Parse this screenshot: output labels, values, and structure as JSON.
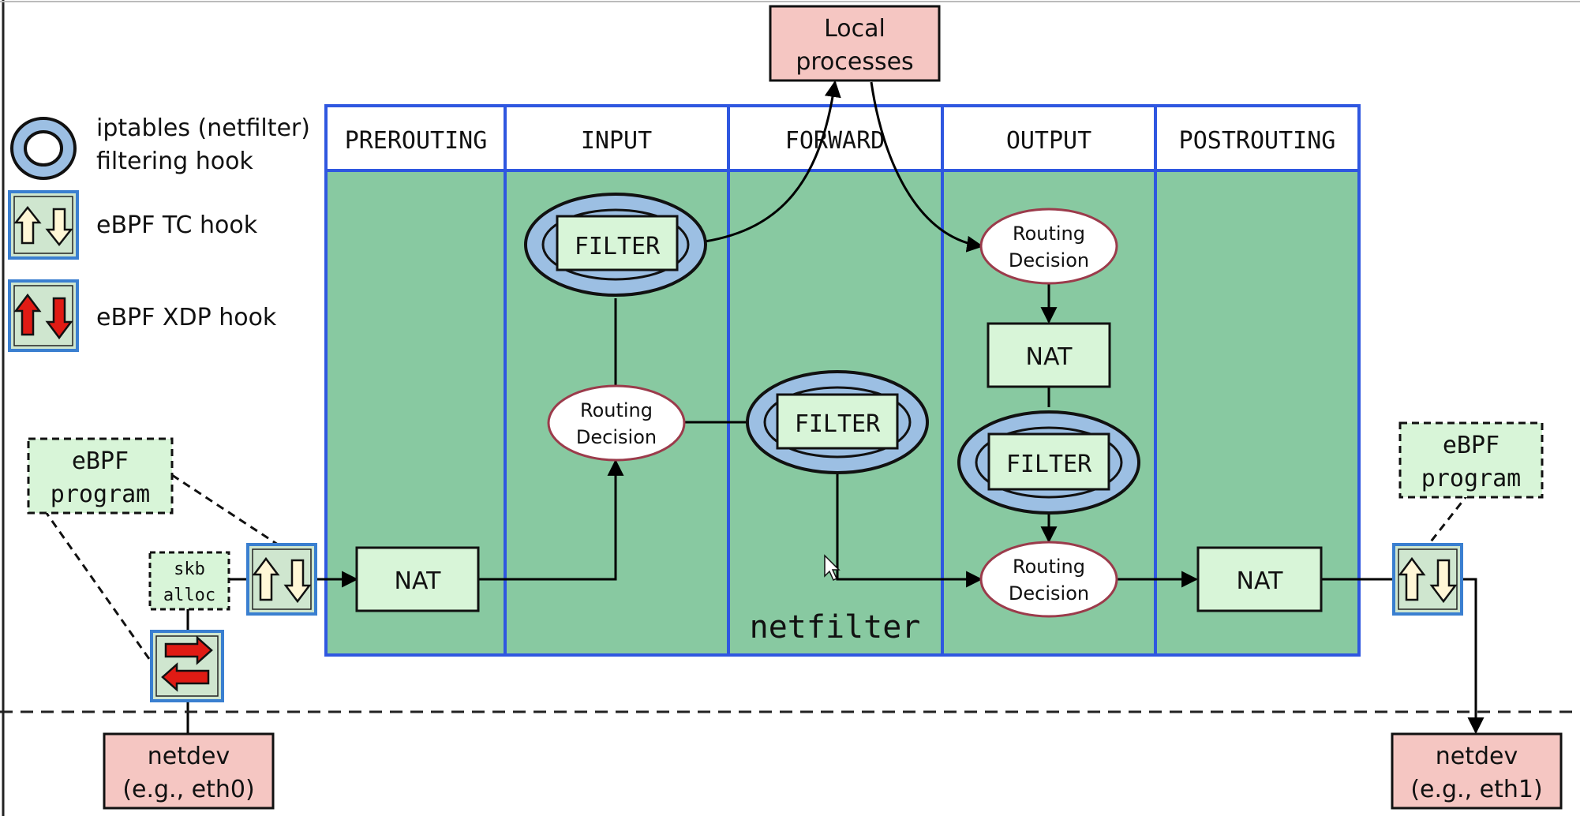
{
  "colors": {
    "zone_fill": "#88c9a1",
    "zone_border": "#2f57e0",
    "box_fill": "#d8f5d8",
    "local_fill": "#f5c6c2",
    "ring_fill": "#9cbfe3",
    "arrow_red": "#e01b14",
    "arrow_pale": "#fff7d6"
  },
  "legend": {
    "iptables_line1": "iptables (netfilter)",
    "iptables_line2": "filtering hook",
    "tc_hook": "eBPF TC hook",
    "xdp_hook": "eBPF XDP hook"
  },
  "local_processes": {
    "line1": "Local",
    "line2": "processes"
  },
  "columns": [
    "PREROUTING",
    "INPUT",
    "FORWARD",
    "OUTPUT",
    "POSTROUTING"
  ],
  "netfilter_label": "netfilter",
  "nodes": {
    "filter": "FILTER",
    "nat": "NAT",
    "routing_line1": "Routing",
    "routing_line2": "Decision"
  },
  "ebpf_program": {
    "line1": "eBPF",
    "line2": "program"
  },
  "skb_alloc": {
    "line1": "skb",
    "line2": "alloc"
  },
  "netdev_in": {
    "line1": "netdev",
    "line2": "(e.g., eth0)"
  },
  "netdev_out": {
    "line1": "netdev",
    "line2": "(e.g., eth1)"
  }
}
